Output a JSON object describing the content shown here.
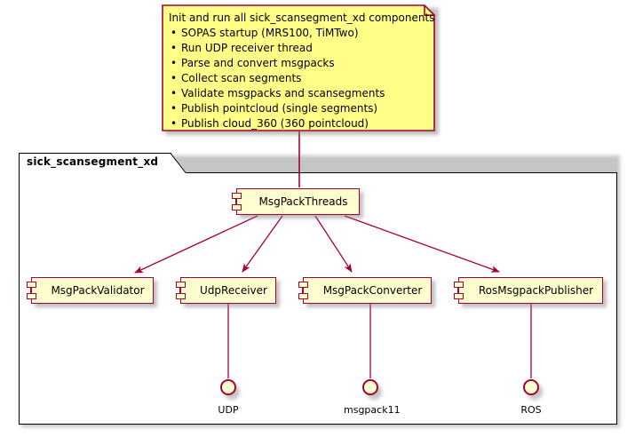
{
  "diagram": {
    "type": "uml-component-diagram",
    "colors": {
      "note_fill": "#FFFF88",
      "note_border": "#A80036",
      "component_fill": "#FEFECE",
      "component_border": "#A80036",
      "arrow": "#A80036",
      "package_border": "#000000",
      "background": "#FFFFFF"
    }
  },
  "note": {
    "title": "Init and run all sick_scansegment_xd components",
    "bullets": [
      "SOPAS startup (MRS100, TiMTwo)",
      "Run UDP receiver thread",
      "Parse and convert msgpacks",
      "Collect scan segments",
      "Validate msgpacks and scansegments",
      "Publish pointcloud (single segments)",
      "Publish cloud_360 (360 pointcloud)"
    ]
  },
  "package": {
    "name": "sick_scansegment_xd"
  },
  "components": {
    "root": {
      "label": "MsgPackThreads"
    },
    "children": [
      {
        "label": "MsgPackValidator"
      },
      {
        "label": "UdpReceiver"
      },
      {
        "label": "MsgPackConverter"
      },
      {
        "label": "RosMsgpackPublisher"
      }
    ]
  },
  "interfaces": [
    {
      "label": "UDP",
      "provider": "UdpReceiver"
    },
    {
      "label": "msgpack11",
      "provider": "MsgPackConverter"
    },
    {
      "label": "ROS",
      "provider": "RosMsgpackPublisher"
    }
  ]
}
